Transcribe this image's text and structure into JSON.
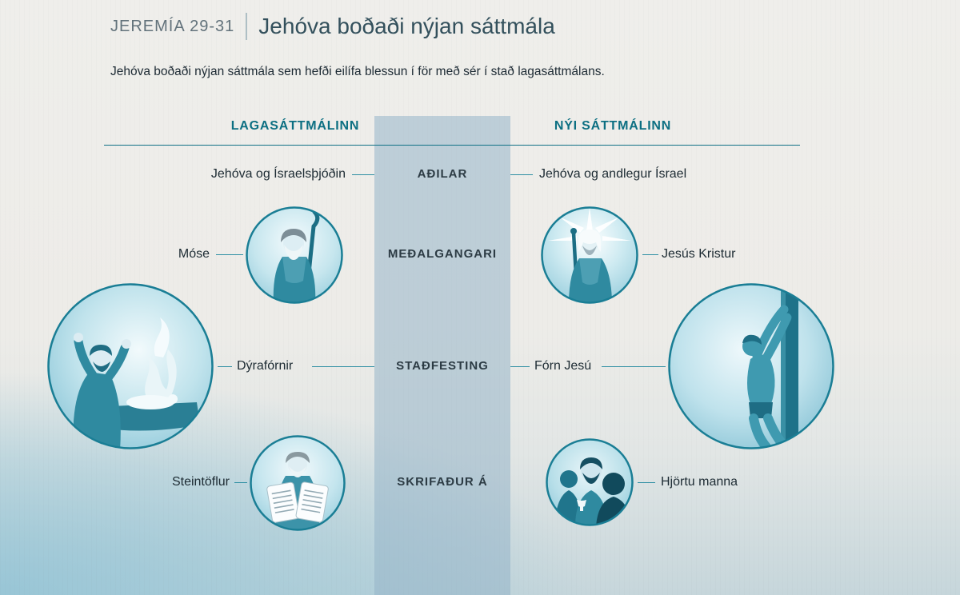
{
  "header": {
    "reference": "JEREMÍA 29-31",
    "separator": "|",
    "title": "Jehóva boðaði nýjan sáttmála"
  },
  "intro": "Jehóva boðaði nýjan sáttmála sem hefði eilífa blessun í för með sér í stað lagasáttmálans.",
  "columns": {
    "left": "LAGASÁTTMÁLINN",
    "right": "NÝI SÁTTMÁLINN"
  },
  "rows": [
    {
      "category": "AÐILAR",
      "left": "Jehóva og Ísraelsþjóðin",
      "right": "Jehóva og andlegur Ísrael"
    },
    {
      "category": "MEÐALGANGARI",
      "left": "Móse",
      "right": "Jesús Kristur"
    },
    {
      "category": "STAÐFESTING",
      "left": "Dýrafórnir",
      "right": "Fórn Jesú"
    },
    {
      "category": "SKRIFAÐUR Á",
      "left": "Steintöflur",
      "right": "Hjörtu manna"
    }
  ],
  "icons": {
    "mediator_left": "moses-with-staff",
    "mediator_right": "jesus-with-rod-and-light-rays",
    "confirmation_left": "priest-animal-sacrifice-fire",
    "confirmation_right": "jesus-on-torture-stake",
    "written_left": "moses-holding-stone-tablets",
    "written_right": "group-of-people-hearts"
  },
  "colors": {
    "accent_teal": "#0c6f82",
    "title": "#33505c",
    "reference": "#62727b",
    "body_text": "#1d2b33",
    "category_text": "#2c3b44",
    "center_band": "#aec6d2",
    "connector_line": "#2e8fa3",
    "illustration_teal": "#2f8aa0",
    "background_paper": "#edece8",
    "background_blue": "#96c5d6"
  }
}
